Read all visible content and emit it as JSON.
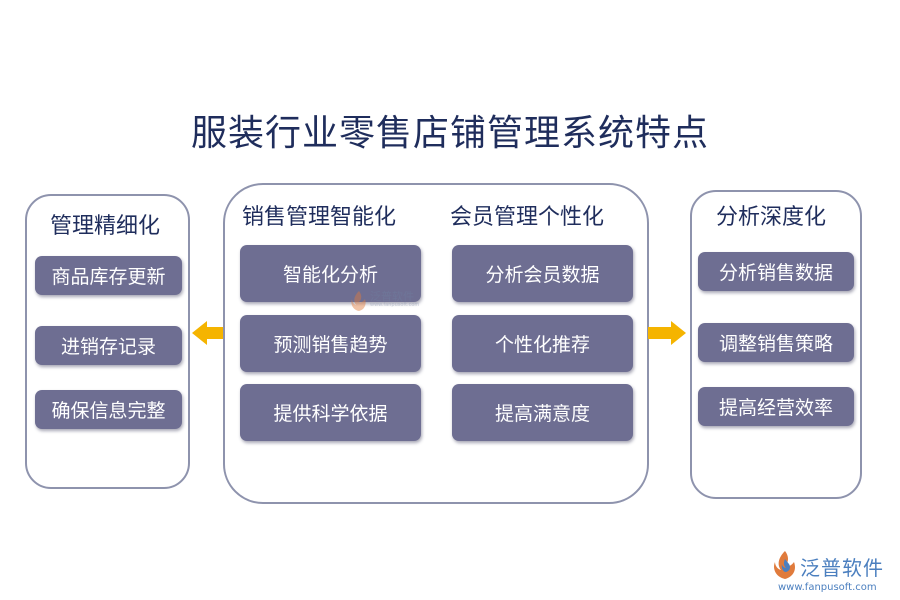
{
  "title": "服装行业零售店铺管理系统特点",
  "left": {
    "heading": "管理精细化",
    "items": [
      "商品库存更新",
      "进销存记录",
      "确保信息完整"
    ]
  },
  "center": {
    "heading_sales": "销售管理智能化",
    "heading_member": "会员管理个性化",
    "sales_items": [
      "智能化分析",
      "预测销售趋势",
      "提供科学依据"
    ],
    "member_items": [
      "分析会员数据",
      "个性化推荐",
      "提高满意度"
    ]
  },
  "right": {
    "heading": "分析深度化",
    "items": [
      "分析销售数据",
      "调整销售策略",
      "提高经营效率"
    ]
  },
  "watermark": {
    "text": "泛普软件",
    "sub": "www.fanpusoft.com"
  },
  "logo": {
    "text": "泛普软件",
    "url": "www.fanpusoft.com"
  },
  "colors": {
    "box": "#6e6e92",
    "border": "#8e93ad",
    "arrow": "#f5b400",
    "title": "#1f2d5c"
  }
}
